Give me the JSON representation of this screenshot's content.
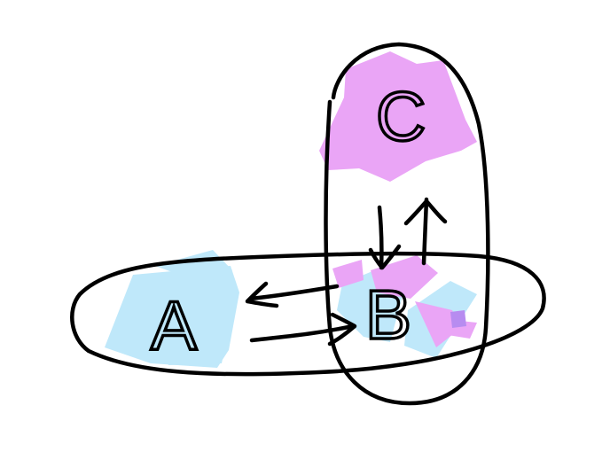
{
  "diagram": {
    "nodes": {
      "a": {
        "label": "A",
        "highlight_color": "#bfe8fa"
      },
      "b": {
        "label": "B",
        "highlight_colors": [
          "#bfe8fa",
          "#eaa5f6"
        ]
      },
      "c": {
        "label": "C",
        "highlight_color": "#eaa5f6"
      }
    },
    "edges": [
      {
        "from": "B",
        "to": "A",
        "style": "hand-drawn-arrow"
      },
      {
        "from": "A",
        "to": "B",
        "style": "hand-drawn-arrow"
      },
      {
        "from": "C",
        "to": "B",
        "style": "hand-drawn-arrow"
      },
      {
        "from": "B",
        "to": "C",
        "style": "hand-drawn-arrow"
      }
    ],
    "groups": [
      {
        "id": "horizontal-oval",
        "members": [
          "A",
          "B"
        ]
      },
      {
        "id": "vertical-oval",
        "members": [
          "C",
          "B"
        ]
      }
    ],
    "stroke_color": "#000000",
    "background": "#ffffff"
  }
}
